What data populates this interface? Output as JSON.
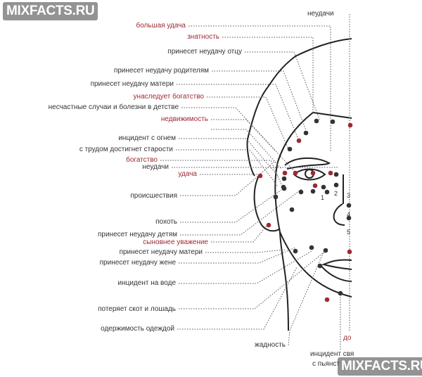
{
  "watermark": "MIXFACTS.RU",
  "colors": {
    "lucky": "#9b2a33",
    "neutral": "#333333",
    "line": "#222222"
  },
  "labels": [
    {
      "text": "неудачи",
      "kind": "bad"
    },
    {
      "text": "большая удача",
      "kind": "good"
    },
    {
      "text": "знатность",
      "kind": "good"
    },
    {
      "text": "принесет неудачу отцу",
      "kind": "bad"
    },
    {
      "text": "принесет неудачу родителям",
      "kind": "bad"
    },
    {
      "text": "принесет неудачу матери",
      "kind": "bad"
    },
    {
      "text": "унаследует богатство",
      "kind": "good"
    },
    {
      "text": "несчастные случаи и болезни в детстве",
      "kind": "bad"
    },
    {
      "text": "недвижимость",
      "kind": "good"
    },
    {
      "text": "инцидент с огнем",
      "kind": "bad"
    },
    {
      "text": "с трудом достигнет старости",
      "kind": "bad"
    },
    {
      "text": "богатство",
      "kind": "good"
    },
    {
      "text": "неудачи",
      "kind": "bad"
    },
    {
      "text": "удача",
      "kind": "good"
    },
    {
      "text": "происшествия",
      "kind": "bad"
    },
    {
      "text": "похоть",
      "kind": "bad"
    },
    {
      "text": "принесет неудачу детям",
      "kind": "bad"
    },
    {
      "text": "сыновнее уважение",
      "kind": "good"
    },
    {
      "text": "принесет неудачу матери",
      "kind": "bad"
    },
    {
      "text": "принесет неудачу жене",
      "kind": "bad"
    },
    {
      "text": "инцидент на воде",
      "kind": "bad"
    },
    {
      "text": "потеряет скот и лошадь",
      "kind": "bad"
    },
    {
      "text": "одержимость одеждой",
      "kind": "bad"
    },
    {
      "text": "жадность",
      "kind": "bad"
    },
    {
      "text": "инцидент свя",
      "kind": "bad"
    },
    {
      "text": "с пьянст",
      "kind": "bad"
    },
    {
      "text": "до",
      "kind": "good"
    }
  ],
  "numbers": [
    "1",
    "2",
    "3",
    "4",
    "5"
  ]
}
